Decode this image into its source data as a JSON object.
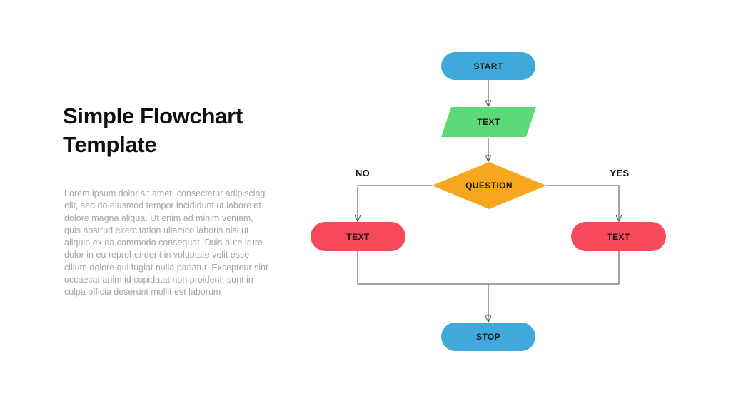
{
  "left_panel": {
    "title": "Simple Flowchart Template",
    "description": "Lorem ipsum dolor sit amet, consectetur adipiscing elit, sed do eiusmod tempor incididunt ut labore et dolore magna aliqua. Ut enim ad minim veniam, quis nostrud exercitation ullamco laboris nisi ut aliquip ex ea commodo consequat. Duis aute irure dolor in eu reprehenderit in voluptate velit esse cillum dolore qui fugiat nulla pariatur. Excepteur sint occaecat anim id cupidatat non proident, sunt in culpa officia deserunt mollit est laborum"
  },
  "flowchart": {
    "start_label": "START",
    "input_label": "TEXT",
    "question_label": "QUESTION",
    "no_label": "NO",
    "yes_label": "YES",
    "left_branch_label": "TEXT",
    "right_branch_label": "TEXT",
    "stop_label": "STOP"
  },
  "colors": {
    "node-blue": "#3FA9DC",
    "node-green": "#5ED977",
    "node-orange": "#F6A61F",
    "node-red": "#F64A5B",
    "connector": "#4A4A4A",
    "title-text": "#0F0F0F",
    "body-text": "#A5A5A5",
    "node-text": "#1A1A1A",
    "edge-label-text": "#111111"
  }
}
